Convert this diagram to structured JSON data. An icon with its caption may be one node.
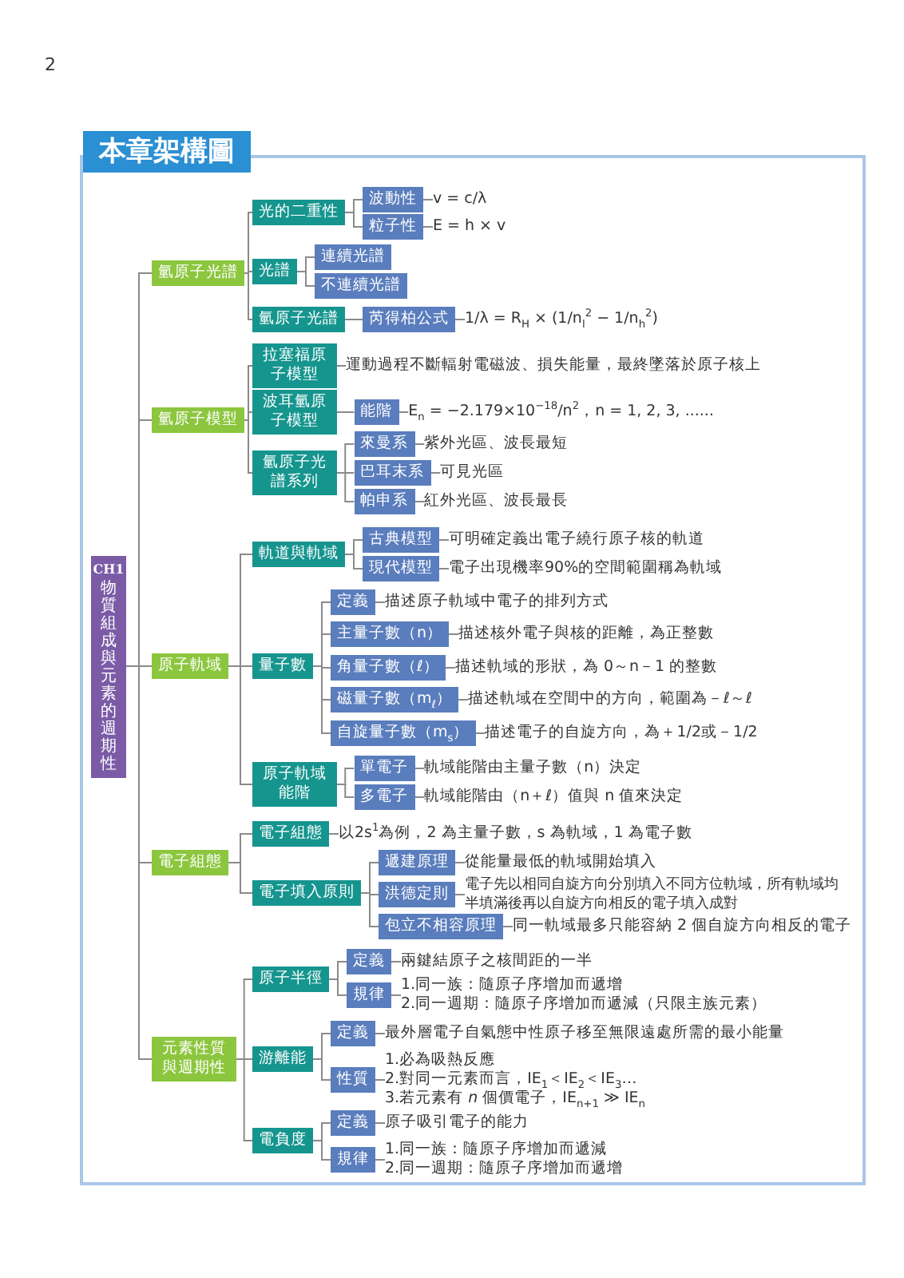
{
  "diagram": {
    "title": "本章架構圖",
    "nodes": [
      {
        "text": [
          "CH1",
          "物質組成與元素的週期性"
        ]
      },
      {
        "text": [
          "氫原子光譜"
        ]
      },
      {
        "text": [
          "光的二重性"
        ]
      },
      {
        "text": [
          "波動性"
        ]
      },
      {
        "text": [
          "v = c/λ"
        ]
      },
      {
        "text": [
          "粒子性"
        ]
      },
      {
        "text": [
          "E = h × v"
        ]
      },
      {
        "text": [
          "光譜"
        ]
      },
      {
        "text": [
          "連續光譜"
        ]
      },
      {
        "text": [
          "不連續光譜"
        ]
      },
      {
        "text": [
          "氫原子光譜"
        ]
      },
      {
        "text": [
          "芮得柏公式"
        ]
      },
      {
        "text": [
          "1/λ = R$_{H}$ × (1/n$_{l}$$^{2}$ − 1/n$_{h}$$^{2}$)"
        ]
      },
      {
        "text": [
          "氫原子模型"
        ]
      },
      {
        "text": [
          "拉塞福原子模型"
        ]
      },
      {
        "text": [
          "運動過程不斷輻射電磁波、損失能量，最終墜落於原子核上"
        ]
      },
      {
        "text": [
          "波耳氫原子模型"
        ]
      },
      {
        "text": [
          "能階"
        ]
      },
      {
        "text": [
          "E$_{n}$ = −2.179×10$^{−18}$/n$^{2}$，n = 1, 2, 3, ......"
        ]
      },
      {
        "text": [
          "氫原子光譜系列"
        ]
      },
      {
        "text": [
          "來曼系"
        ]
      },
      {
        "text": [
          "紫外光區、波長最短"
        ]
      },
      {
        "text": [
          "巴耳末系"
        ]
      },
      {
        "text": [
          "可見光區"
        ]
      },
      {
        "text": [
          "帕申系"
        ]
      },
      {
        "text": [
          "紅外光區、波長最長"
        ]
      },
      {
        "text": [
          "原子軌域"
        ]
      },
      {
        "text": [
          "軌道與軌域"
        ]
      },
      {
        "text": [
          "古典模型"
        ]
      },
      {
        "text": [
          "可明確定義出電子繞行原子核的軌道"
        ]
      },
      {
        "text": [
          "現代模型"
        ]
      },
      {
        "text": [
          "電子出現機率90%的空間範圍稱為軌域"
        ]
      },
      {
        "text": [
          "量子數"
        ]
      },
      {
        "text": [
          "定義"
        ]
      },
      {
        "text": [
          "描述原子軌域中電子的排列方式"
        ]
      },
      {
        "text": [
          "主量子數（n）"
        ]
      },
      {
        "text": [
          "描述核外電子與核的距離，為正整數"
        ]
      },
      {
        "text": [
          "角量子數（ℓ）"
        ]
      },
      {
        "text": [
          "描述軌域的形狀，為 0～n－1 的整數"
        ]
      },
      {
        "text": [
          "磁量子數（m$_{ℓ}$）"
        ]
      },
      {
        "text": [
          "描述軌域在空間中的方向，範圍為－ℓ～ℓ"
        ]
      },
      {
        "text": [
          "自旋量子數（m$_{s}$）"
        ]
      },
      {
        "text": [
          "描述電子的自旋方向，為＋1/2或－1/2"
        ]
      },
      {
        "text": [
          "原子軌域能階"
        ]
      },
      {
        "text": [
          "單電子"
        ]
      },
      {
        "text": [
          "軌域能階由主量子數（n）決定"
        ]
      },
      {
        "text": [
          "多電子"
        ]
      },
      {
        "text": [
          "軌域能階由（n＋ℓ）值與 n 值來決定"
        ]
      },
      {
        "text": [
          "電子組態"
        ]
      },
      {
        "text": [
          "電子組態"
        ]
      },
      {
        "text": [
          "以2s$^{1}$為例，2 為主量子數，s 為軌域，1 為電子數"
        ]
      },
      {
        "text": [
          "電子填入原則"
        ]
      },
      {
        "text": [
          "遞建原理"
        ]
      },
      {
        "text": [
          "從能量最低的軌域開始填入"
        ]
      },
      {
        "text": [
          "洪德定則"
        ]
      },
      {
        "text": [
          "電子先以相同自旋方向分別填入不同方位軌域，所有軌域均半填滿後再以自旋方向相反的電子填入成對"
        ]
      },
      {
        "text": [
          "包立不相容原理"
        ]
      },
      {
        "text": [
          "同一軌域最多只能容納 2 個自旋方向相反的電子"
        ]
      },
      {
        "text": [
          "元素性質與週期性"
        ]
      },
      {
        "text": [
          "原子半徑"
        ]
      },
      {
        "text": [
          "定義"
        ]
      },
      {
        "text": [
          "兩鍵結原子之核間距的一半"
        ]
      },
      {
        "text": [
          "規律"
        ]
      },
      {
        "text": [
          "1.同一族：隨原子序增加而遞增",
          "2.同一週期：隨原子序增加而遞減（只限主族元素）"
        ]
      },
      {
        "text": [
          "游離能"
        ]
      },
      {
        "text": [
          "定義"
        ]
      },
      {
        "text": [
          "最外層電子自氣態中性原子移至無限遠處所需的最小能量"
        ]
      },
      {
        "text": [
          "性質"
        ]
      },
      {
        "text": [
          "1.必為吸熱反應",
          "2.對同一元素而言，IE$_{1}$＜IE$_{2}$＜IE$_{3}$…",
          "3.若元素有 *n* 個價電子，IE$_{n+1}$ ≫ IE$_{n}$"
        ]
      },
      {
        "text": [
          "電負度"
        ]
      },
      {
        "text": [
          "定義"
        ]
      },
      {
        "text": [
          "原子吸引電子的能力"
        ]
      },
      {
        "text": [
          "規律"
        ]
      },
      {
        "text": [
          "1.同一族：隨原子序增加而遞減",
          "2.同一週期：隨原子序增加而遞增"
        ]
      }
    ],
    "edges": [
      {
        "from": 0,
        "to": 1,
        "arrow": "none"
      },
      {
        "from": 1,
        "to": 2,
        "arrow": "none"
      },
      {
        "from": 2,
        "to": 3,
        "arrow": "none"
      },
      {
        "from": 3,
        "to": 4,
        "arrow": "none"
      },
      {
        "from": 2,
        "to": 5,
        "arrow": "none"
      },
      {
        "from": 5,
        "to": 6,
        "arrow": "none"
      },
      {
        "from": 1,
        "to": 7,
        "arrow": "none"
      },
      {
        "from": 7,
        "to": 8,
        "arrow": "none"
      },
      {
        "from": 7,
        "to": 9,
        "arrow": "none"
      },
      {
        "from": 1,
        "to": 10,
        "arrow": "none"
      },
      {
        "from": 10,
        "to": 11,
        "arrow": "none"
      },
      {
        "from": 11,
        "to": 12,
        "arrow": "none"
      },
      {
        "from": 0,
        "to": 13,
        "arrow": "none"
      },
      {
        "from": 13,
        "to": 14,
        "arrow": "none"
      },
      {
        "from": 14,
        "to": 15,
        "arrow": "none"
      },
      {
        "from": 13,
        "to": 16,
        "arrow": "none"
      },
      {
        "from": 16,
        "to": 17,
        "arrow": "none"
      },
      {
        "from": 17,
        "to": 18,
        "arrow": "none"
      },
      {
        "from": 13,
        "to": 19,
        "arrow": "none"
      },
      {
        "from": 19,
        "to": 20,
        "arrow": "none"
      },
      {
        "from": 20,
        "to": 21,
        "arrow": "none"
      },
      {
        "from": 19,
        "to": 22,
        "arrow": "none"
      },
      {
        "from": 22,
        "to": 23,
        "arrow": "none"
      },
      {
        "from": 19,
        "to": 24,
        "arrow": "none"
      },
      {
        "from": 24,
        "to": 25,
        "arrow": "none"
      },
      {
        "from": 0,
        "to": 26,
        "arrow": "none"
      },
      {
        "from": 26,
        "to": 27,
        "arrow": "none"
      },
      {
        "from": 27,
        "to": 28,
        "arrow": "none"
      },
      {
        "from": 28,
        "to": 29,
        "arrow": "none"
      },
      {
        "from": 27,
        "to": 30,
        "arrow": "none"
      },
      {
        "from": 30,
        "to": 31,
        "arrow": "none"
      },
      {
        "from": 26,
        "to": 32,
        "arrow": "none"
      },
      {
        "from": 32,
        "to": 33,
        "arrow": "none"
      },
      {
        "from": 33,
        "to": 34,
        "arrow": "none"
      },
      {
        "from": 32,
        "to": 35,
        "arrow": "none"
      },
      {
        "from": 35,
        "to": 36,
        "arrow": "none"
      },
      {
        "from": 32,
        "to": 37,
        "arrow": "none"
      },
      {
        "from": 37,
        "to": 38,
        "arrow": "none"
      },
      {
        "from": 32,
        "to": 39,
        "arrow": "none"
      },
      {
        "from": 39,
        "to": 40,
        "arrow": "none"
      },
      {
        "from": 32,
        "to": 41,
        "arrow": "none"
      },
      {
        "from": 41,
        "to": 42,
        "arrow": "none"
      },
      {
        "from": 26,
        "to": 43,
        "arrow": "none"
      },
      {
        "from": 43,
        "to": 44,
        "arrow": "none"
      },
      {
        "from": 44,
        "to": 45,
        "arrow": "none"
      },
      {
        "from": 43,
        "to": 46,
        "arrow": "none"
      },
      {
        "from": 46,
        "to": 47,
        "arrow": "none"
      },
      {
        "from": 0,
        "to": 48,
        "arrow": "none"
      },
      {
        "from": 48,
        "to": 49,
        "arrow": "none"
      },
      {
        "from": 49,
        "to": 50,
        "arrow": "none"
      },
      {
        "from": 48,
        "to": 51,
        "arrow": "none"
      },
      {
        "from": 51,
        "to": 52,
        "arrow": "none"
      },
      {
        "from": 52,
        "to": 53,
        "arrow": "none"
      },
      {
        "from": 51,
        "to": 54,
        "arrow": "none"
      },
      {
        "from": 54,
        "to": 55,
        "arrow": "none"
      },
      {
        "from": 51,
        "to": 56,
        "arrow": "none"
      },
      {
        "from": 56,
        "to": 57,
        "arrow": "none"
      },
      {
        "from": 0,
        "to": 58,
        "arrow": "none"
      },
      {
        "from": 58,
        "to": 59,
        "arrow": "none"
      },
      {
        "from": 59,
        "to": 60,
        "arrow": "none"
      },
      {
        "from": 60,
        "to": 61,
        "arrow": "none"
      },
      {
        "from": 59,
        "to": 62,
        "arrow": "none"
      },
      {
        "from": 62,
        "to": 63,
        "arrow": "none"
      },
      {
        "from": 58,
        "to": 64,
        "arrow": "none"
      },
      {
        "from": 64,
        "to": 65,
        "arrow": "none"
      },
      {
        "from": 65,
        "to": 66,
        "arrow": "none"
      },
      {
        "from": 64,
        "to": 67,
        "arrow": "none"
      },
      {
        "from": 67,
        "to": 68,
        "arrow": "none"
      },
      {
        "from": 58,
        "to": 69,
        "arrow": "none"
      },
      {
        "from": 69,
        "to": 70,
        "arrow": "none"
      },
      {
        "from": 70,
        "to": 71,
        "arrow": "none"
      },
      {
        "from": 69,
        "to": 72,
        "arrow": "none"
      },
      {
        "from": 72,
        "to": 73,
        "arrow": "none"
      }
    ],
    "labels": [
      "2"
    ]
  }
}
